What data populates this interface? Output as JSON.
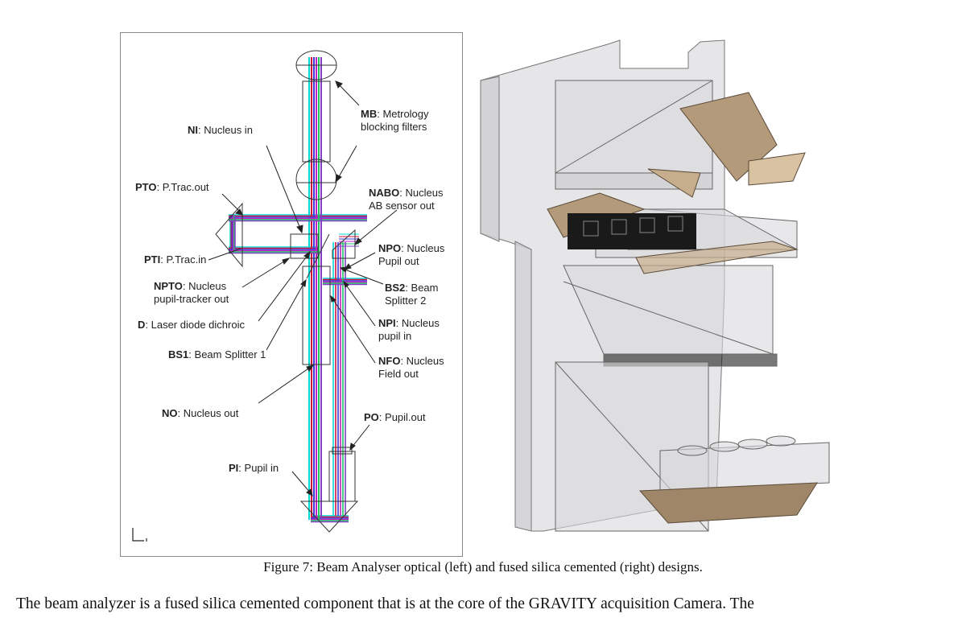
{
  "figure": {
    "left_labels": [
      {
        "key": "MB",
        "text": ": Metrology",
        "line2": "blocking filters"
      },
      {
        "key": "NI",
        "text": ": Nucleus in",
        "line2": ""
      },
      {
        "key": "PTO",
        "text": ": P.Trac.out",
        "line2": ""
      },
      {
        "key": "NABO",
        "text": ": Nucleus",
        "line2": "AB sensor out"
      },
      {
        "key": "NPO",
        "text": ": Nucleus",
        "line2": "Pupil out"
      },
      {
        "key": "PTI",
        "text": ": P.Trac.in",
        "line2": ""
      },
      {
        "key": "NPTO",
        "text": ": Nucleus",
        "line2": "pupil-tracker out"
      },
      {
        "key": "BS2",
        "text": ": Beam",
        "line2": "Splitter 2"
      },
      {
        "key": "D",
        "text": ": Laser diode dichroic",
        "line2": ""
      },
      {
        "key": "NPI",
        "text": ": Nucleus",
        "line2": "pupil in"
      },
      {
        "key": "BS1",
        "text": ": Beam Splitter 1",
        "line2": ""
      },
      {
        "key": "NFO",
        "text": ": Nucleus",
        "line2": "Field out"
      },
      {
        "key": "NO",
        "text": ": Nucleus out",
        "line2": ""
      },
      {
        "key": "PO",
        "text": ": Pupil.out",
        "line2": ""
      },
      {
        "key": "PI",
        "text": ": Pupil in",
        "line2": ""
      }
    ],
    "beam_colors": [
      "#00d8d8",
      "#d0103a",
      "#3a3adc",
      "#c020c0",
      "#20c060",
      "#8040c0"
    ],
    "prism_color": "#b39a7a",
    "caption": "Figure 7: Beam Analyser optical (left) and fused silica cemented (right) designs."
  },
  "body": {
    "text": "The beam analyzer is a fused silica cemented component that is at the core of the GRAVITY acquisition Camera. The"
  }
}
